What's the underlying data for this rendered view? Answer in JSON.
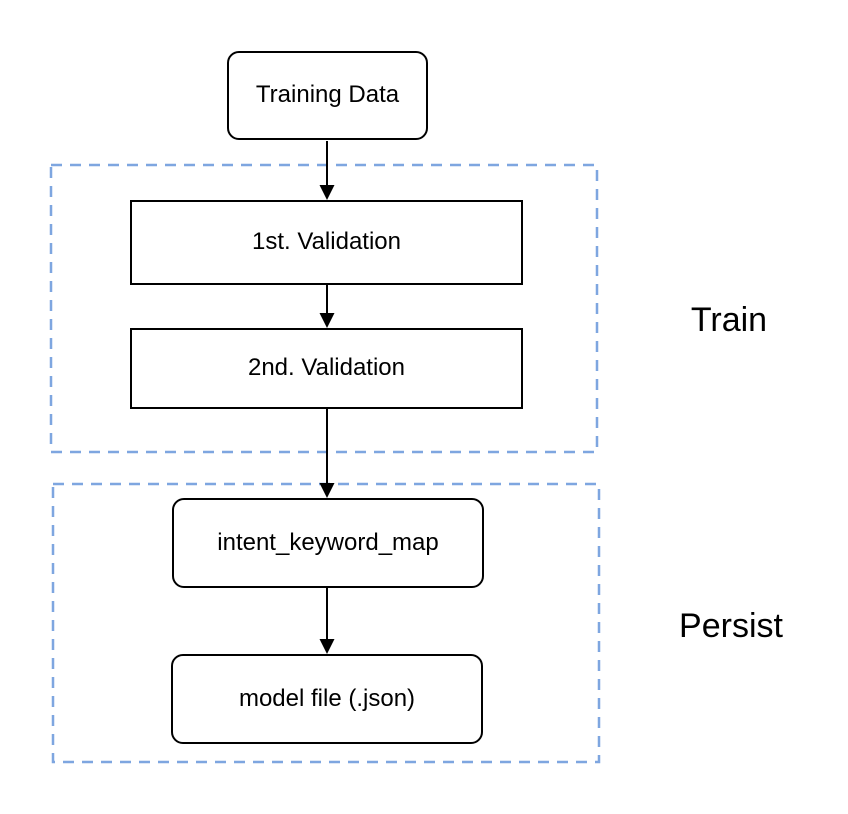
{
  "diagram": {
    "type": "flowchart",
    "nodes": [
      {
        "id": "training-data",
        "label": "Training Data",
        "shape": "rounded-rectangle"
      },
      {
        "id": "first-validation",
        "label": "1st. Validation",
        "shape": "rectangle"
      },
      {
        "id": "second-validation",
        "label": "2nd. Validation",
        "shape": "rectangle"
      },
      {
        "id": "intent-keyword-map",
        "label": "intent_keyword_map",
        "shape": "rounded-rectangle"
      },
      {
        "id": "model-file",
        "label": "model file (.json)",
        "shape": "rounded-rectangle"
      }
    ],
    "groups": [
      {
        "id": "train",
        "label": "Train",
        "contains": [
          "first-validation",
          "second-validation"
        ]
      },
      {
        "id": "persist",
        "label": "Persist",
        "contains": [
          "intent-keyword-map",
          "model-file"
        ]
      }
    ],
    "edges": [
      {
        "from": "training-data",
        "to": "first-validation"
      },
      {
        "from": "first-validation",
        "to": "second-validation"
      },
      {
        "from": "second-validation",
        "to": "intent-keyword-map"
      },
      {
        "from": "intent-keyword-map",
        "to": "model-file"
      }
    ],
    "colors": {
      "background": "#ffffff",
      "group_border": "#7ea6e0",
      "node_border": "#000000",
      "node_fill": "#ffffff",
      "arrow": "#000000",
      "text": "#000000"
    }
  }
}
